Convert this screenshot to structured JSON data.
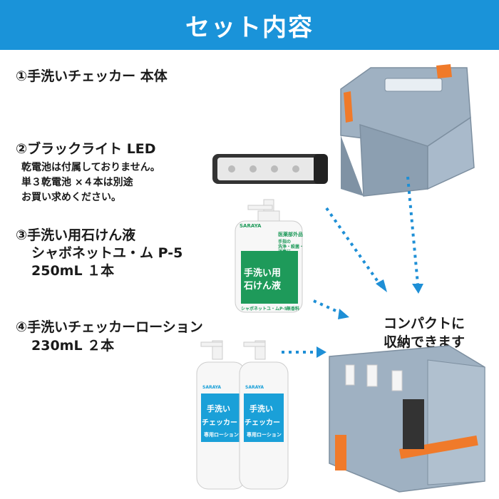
{
  "header": {
    "title": "セット内容"
  },
  "items": [
    {
      "title": "①手洗いチェッカー 本体"
    },
    {
      "title": "②ブラックライト LED",
      "notes": [
        "乾電池は付属しておりません。",
        "単３乾電池 ×４本は別途",
        "お買い求めください。"
      ]
    },
    {
      "title": "③手洗い用石けん液",
      "lines": [
        "シャボネットユ・ム P-5",
        "250mL １本"
      ]
    },
    {
      "title": "④手洗いチェッカーローション",
      "lines": [
        "230mL ２本"
      ]
    }
  ],
  "compact_text": [
    "コンパクトに",
    "収納できます"
  ],
  "soap_bottle": {
    "brand": "SARAYA",
    "tag": "医薬部外品",
    "tag_lines": [
      "手指の",
      "洗浄・殺菌・",
      "消毒に"
    ],
    "name_lines": [
      "手洗い用",
      "石けん液"
    ],
    "product": "シャボネットユ・ムP-5",
    "variant": "無香料"
  },
  "lotion_bottle": {
    "brand": "SARAYA",
    "name_lines": [
      "手洗い",
      "チェッカー"
    ],
    "subtitle": "専用ローション"
  },
  "colors": {
    "header": "#1a93d9",
    "arrow": "#1e8fd6",
    "box": "#8fa3b5",
    "strap": "#f07a2a",
    "label_green": "#1e9a5a",
    "label_blue": "#1aa0d8"
  }
}
